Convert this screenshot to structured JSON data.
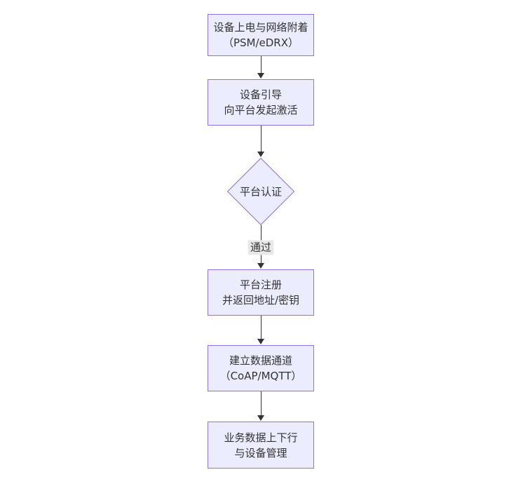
{
  "diagram": {
    "type": "flowchart",
    "direction": "top-down",
    "nodes": [
      {
        "id": "A",
        "shape": "rect",
        "lines": [
          "设备上电与网络附着",
          "（PSM/eDRX）"
        ]
      },
      {
        "id": "B",
        "shape": "rect",
        "lines": [
          "设备引导",
          "向平台发起激活"
        ]
      },
      {
        "id": "C",
        "shape": "diamond",
        "lines": [
          "平台认证"
        ]
      },
      {
        "id": "D",
        "shape": "rect",
        "lines": [
          "平台注册",
          "并返回地址/密钥"
        ]
      },
      {
        "id": "E",
        "shape": "rect",
        "lines": [
          "建立数据通道",
          "（CoAP/MQTT）"
        ]
      },
      {
        "id": "F",
        "shape": "rect",
        "lines": [
          "业务数据上下行",
          "与设备管理"
        ]
      }
    ],
    "edges": [
      {
        "from": "A",
        "to": "B",
        "label": ""
      },
      {
        "from": "B",
        "to": "C",
        "label": ""
      },
      {
        "from": "C",
        "to": "D",
        "label": "通过"
      },
      {
        "from": "D",
        "to": "E",
        "label": ""
      },
      {
        "from": "E",
        "to": "F",
        "label": ""
      }
    ],
    "colors": {
      "node_fill": "#ECECFF",
      "node_border": "#9370DB",
      "edge": "#333333",
      "text": "#333333",
      "edge_label_bg": "#e8e8e8",
      "canvas_bg": "#ffffff"
    }
  }
}
